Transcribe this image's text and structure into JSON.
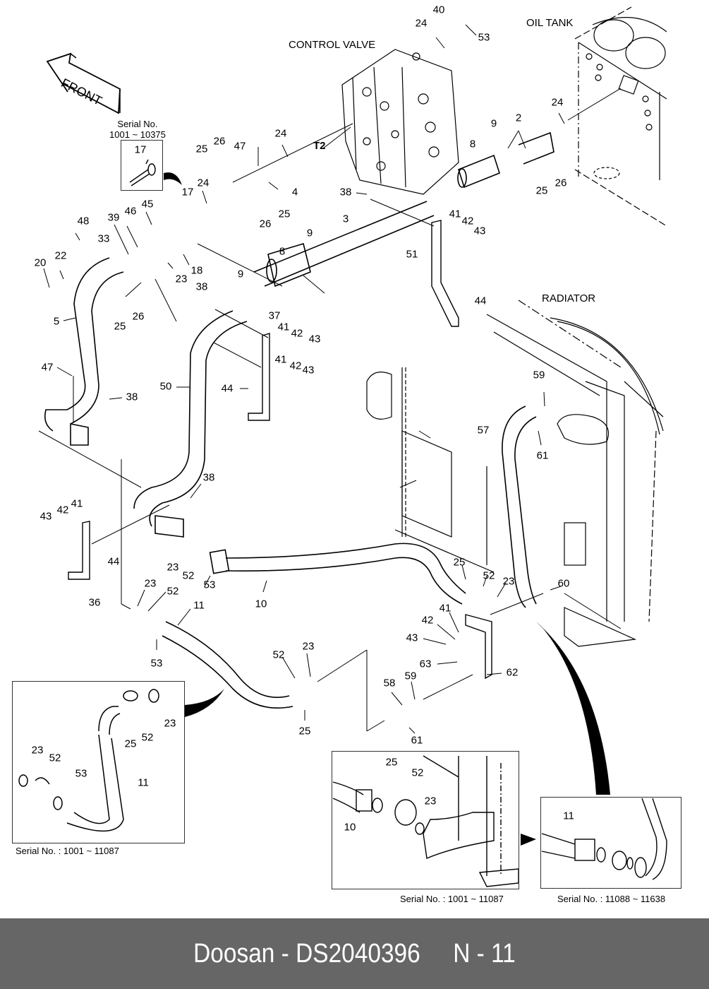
{
  "diagram": {
    "titles": {
      "control_valve": "CONTROL VALVE",
      "oil_tank": "OIL TANK",
      "radiator": "RADIATOR",
      "front_arrow": "FRONT",
      "t2_port": "T2"
    },
    "serials": {
      "top_inset": "Serial No.\n1001 ~ 10375",
      "bottom_left_inset": "Serial No. : 1001 ~ 11087",
      "bottom_mid_inset": "Serial No. : 1001 ~ 11087",
      "bottom_right_inset": "Serial No. : 11088 ~ 11638"
    },
    "part_labels": [
      {
        "id": "p40",
        "text": "40"
      },
      {
        "id": "p24a",
        "text": "24"
      },
      {
        "id": "p53a",
        "text": "53"
      },
      {
        "id": "p24b",
        "text": "24"
      },
      {
        "id": "p47a",
        "text": "47"
      },
      {
        "id": "p26a",
        "text": "26"
      },
      {
        "id": "p25a",
        "text": "25"
      },
      {
        "id": "p17inset",
        "text": "17"
      },
      {
        "id": "p17",
        "text": "17"
      },
      {
        "id": "p24c",
        "text": "24"
      },
      {
        "id": "p4",
        "text": "4"
      },
      {
        "id": "p25b",
        "text": "25"
      },
      {
        "id": "p26b",
        "text": "26"
      },
      {
        "id": "p9a",
        "text": "9"
      },
      {
        "id": "p2",
        "text": "2"
      },
      {
        "id": "p24d",
        "text": "24"
      },
      {
        "id": "p8a",
        "text": "8"
      },
      {
        "id": "p25c",
        "text": "25"
      },
      {
        "id": "p26c",
        "text": "26"
      },
      {
        "id": "p38a",
        "text": "38"
      },
      {
        "id": "p3",
        "text": "3"
      },
      {
        "id": "p41a",
        "text": "41"
      },
      {
        "id": "p42a",
        "text": "42"
      },
      {
        "id": "p43a",
        "text": "43"
      },
      {
        "id": "p51",
        "text": "51"
      },
      {
        "id": "p44a",
        "text": "44"
      },
      {
        "id": "p48",
        "text": "48"
      },
      {
        "id": "p39",
        "text": "39"
      },
      {
        "id": "p46",
        "text": "46"
      },
      {
        "id": "p45",
        "text": "45"
      },
      {
        "id": "p33",
        "text": "33"
      },
      {
        "id": "p20",
        "text": "20"
      },
      {
        "id": "p22",
        "text": "22"
      },
      {
        "id": "p18",
        "text": "18"
      },
      {
        "id": "p23a",
        "text": "23"
      },
      {
        "id": "p9b",
        "text": "9"
      },
      {
        "id": "p8b",
        "text": "8"
      },
      {
        "id": "p9c",
        "text": "9"
      },
      {
        "id": "p38b",
        "text": "38"
      },
      {
        "id": "p25d",
        "text": "25"
      },
      {
        "id": "p26d",
        "text": "26"
      },
      {
        "id": "p5",
        "text": "5"
      },
      {
        "id": "p37",
        "text": "37"
      },
      {
        "id": "p41b",
        "text": "41"
      },
      {
        "id": "p42b",
        "text": "42"
      },
      {
        "id": "p43b",
        "text": "43"
      },
      {
        "id": "p41c",
        "text": "41"
      },
      {
        "id": "p42c",
        "text": "42"
      },
      {
        "id": "p43c",
        "text": "43"
      },
      {
        "id": "p44b",
        "text": "44"
      },
      {
        "id": "p47b",
        "text": "47"
      },
      {
        "id": "p50",
        "text": "50"
      },
      {
        "id": "p38c",
        "text": "38"
      },
      {
        "id": "p59a",
        "text": "59"
      },
      {
        "id": "p57",
        "text": "57"
      },
      {
        "id": "p61a",
        "text": "61"
      },
      {
        "id": "p38d",
        "text": "38"
      },
      {
        "id": "p43d",
        "text": "43"
      },
      {
        "id": "p42d",
        "text": "42"
      },
      {
        "id": "p41d",
        "text": "41"
      },
      {
        "id": "p44c",
        "text": "44"
      },
      {
        "id": "p36",
        "text": "36"
      },
      {
        "id": "p23b",
        "text": "23"
      },
      {
        "id": "p52a",
        "text": "52"
      },
      {
        "id": "p53b",
        "text": "53"
      },
      {
        "id": "p10",
        "text": "10"
      },
      {
        "id": "p23c",
        "text": "23"
      },
      {
        "id": "p52b",
        "text": "52"
      },
      {
        "id": "p11",
        "text": "11"
      },
      {
        "id": "p53c",
        "text": "53"
      },
      {
        "id": "p25e",
        "text": "25"
      },
      {
        "id": "p52c",
        "text": "52"
      },
      {
        "id": "p23d",
        "text": "23"
      },
      {
        "id": "p60",
        "text": "60"
      },
      {
        "id": "p41e",
        "text": "41"
      },
      {
        "id": "p42e",
        "text": "42"
      },
      {
        "id": "p43e",
        "text": "43"
      },
      {
        "id": "p63",
        "text": "63"
      },
      {
        "id": "p62",
        "text": "62"
      },
      {
        "id": "p52d",
        "text": "52"
      },
      {
        "id": "p23e",
        "text": "23"
      },
      {
        "id": "p58",
        "text": "58"
      },
      {
        "id": "p59b",
        "text": "59"
      },
      {
        "id": "p25f",
        "text": "25"
      },
      {
        "id": "p61b",
        "text": "61"
      },
      {
        "id": "i1_23a",
        "text": "23"
      },
      {
        "id": "i1_25",
        "text": "25"
      },
      {
        "id": "i1_52a",
        "text": "52"
      },
      {
        "id": "i1_23b",
        "text": "23"
      },
      {
        "id": "i1_52b",
        "text": "52"
      },
      {
        "id": "i1_53",
        "text": "53"
      },
      {
        "id": "i1_11",
        "text": "11"
      },
      {
        "id": "i2_25",
        "text": "25"
      },
      {
        "id": "i2_52",
        "text": "52"
      },
      {
        "id": "i2_23",
        "text": "23"
      },
      {
        "id": "i2_10",
        "text": "10"
      },
      {
        "id": "i3_11",
        "text": "11"
      }
    ]
  },
  "footer": {
    "text": "Doosan - DS2040396     N - 11",
    "background": "#666666"
  }
}
